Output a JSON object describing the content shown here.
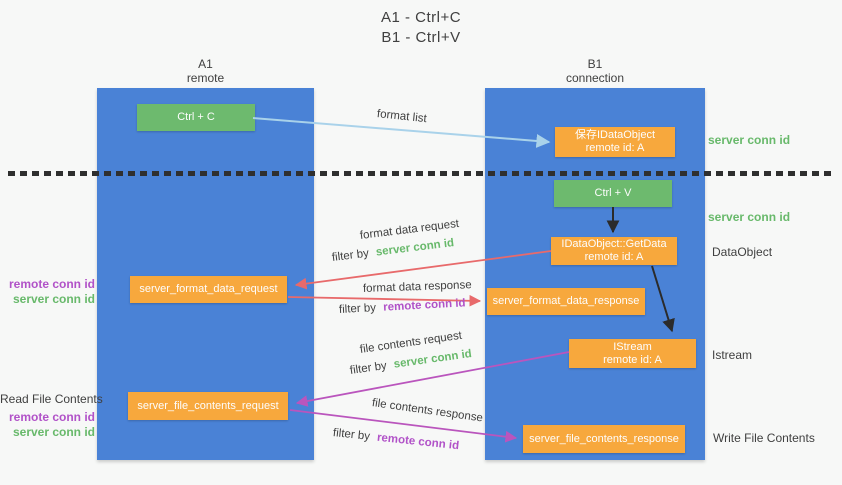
{
  "colors": {
    "background": "#f7f8f7",
    "lane_blue": "#4a82d6",
    "box_green": "#6dba6e",
    "box_orange": "#f7a83d",
    "arrow_red": "#e86a6b",
    "arrow_magenta": "#ba55bd",
    "arrow_blue": "#a9d2ea",
    "arrow_black": "#2b2b2b",
    "text_green": "#68b96b",
    "text_purple": "#b152c8",
    "text_dark": "#404040"
  },
  "title": {
    "line1": "A1 - Ctrl+C",
    "line2": "B1 - Ctrl+V"
  },
  "lanes": {
    "left": {
      "name": "A1",
      "role": "remote"
    },
    "right": {
      "name": "B1",
      "role": "connection"
    }
  },
  "nodes": {
    "ctrl_c": {
      "label": "Ctrl + C"
    },
    "save_dataobject": {
      "line1": "保存IDataObject",
      "line2": "remote id: A"
    },
    "ctrl_v": {
      "label": "Ctrl + V"
    },
    "getdata": {
      "line1": "IDataObject::GetData",
      "line2": "remote id: A"
    },
    "format_request": {
      "label": "server_format_data_request"
    },
    "format_response": {
      "label": "server_format_data_response"
    },
    "istream": {
      "line1": "IStream",
      "line2": "remote id: A"
    },
    "file_request": {
      "label": "server_file_contents_request"
    },
    "file_response": {
      "label": "server_file_contents_response"
    }
  },
  "arrow_labels": {
    "format_list": "format list",
    "format_data_request": "format data request",
    "format_data_response": "format data response",
    "file_contents_request": "file contents request",
    "file_contents_response": "file contents response",
    "filter_by": "filter by",
    "server_conn_id": "server conn id",
    "remote_conn_id": "remote conn id"
  },
  "side_labels": {
    "server_conn_id_right_top": "server conn id",
    "server_conn_id_right_mid": "server conn id",
    "dataobject": "DataObject",
    "istream": "Istream",
    "write_file_contents": "Write File Contents",
    "read_file_contents": "Read File Contents",
    "remote_conn_id_left": "remote conn id",
    "server_conn_id_left": "server conn id"
  }
}
